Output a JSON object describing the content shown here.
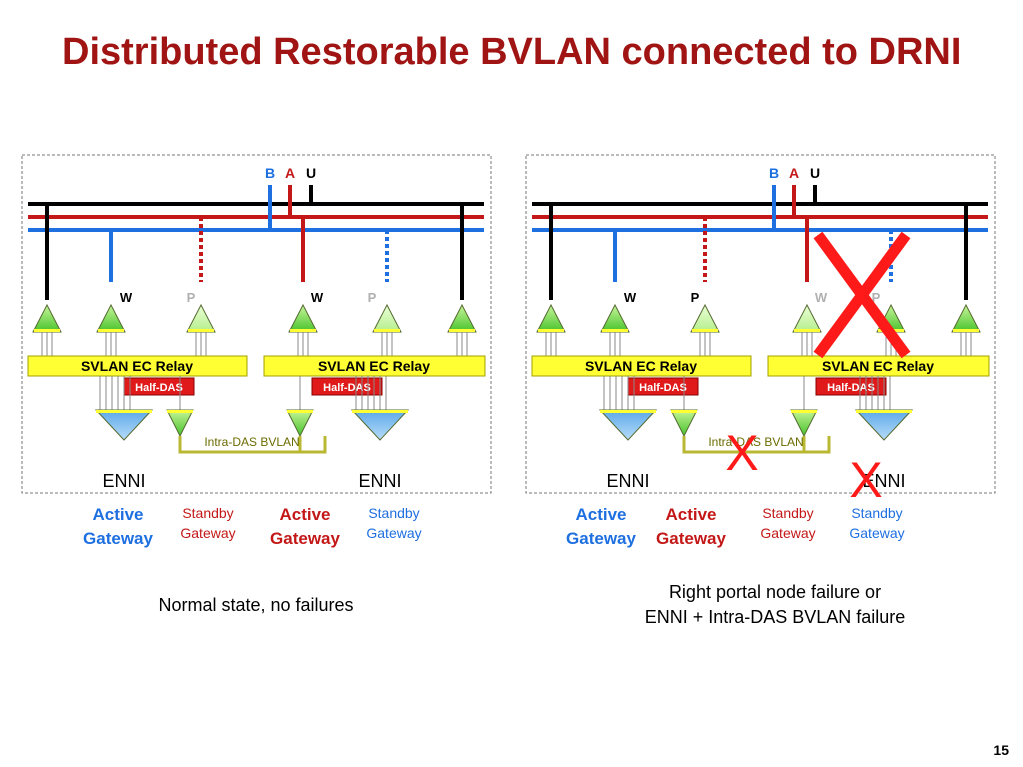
{
  "title": "Distributed Restorable BVLAN connected to DRNI",
  "page_number": "15",
  "bus_labels": {
    "b": "B",
    "a": "A",
    "u": "U"
  },
  "relay_label": "SVLAN EC Relay",
  "half_das_label": "Half-DAS",
  "intra_das_label": "Intra-DAS BVLAN",
  "enni_label": "ENNI",
  "w_label": "W",
  "p_label": "P",
  "failure_mark": "X",
  "gateway_labels": {
    "active_1": "Active",
    "active_2": "Gateway",
    "standby_1": "Standby",
    "standby_2": "Gateway"
  },
  "captions": {
    "left": "Normal state, no failures",
    "right_line1": "Right portal node failure or",
    "right_line2": "ENNI + Intra-DAS BVLAN failure"
  },
  "colors": {
    "title": "#a01414",
    "bus_b": "#1e6fe0",
    "bus_a": "#c41818",
    "bus_u": "#000000",
    "relay": "#ffff33",
    "half_das": "#e01a1a",
    "olive": "#b8b832",
    "tri_green": "#80e640",
    "tri_pale": "#c8ffa0",
    "tri_blue": "#8cc4f0",
    "cross": "#ff1a1a"
  }
}
